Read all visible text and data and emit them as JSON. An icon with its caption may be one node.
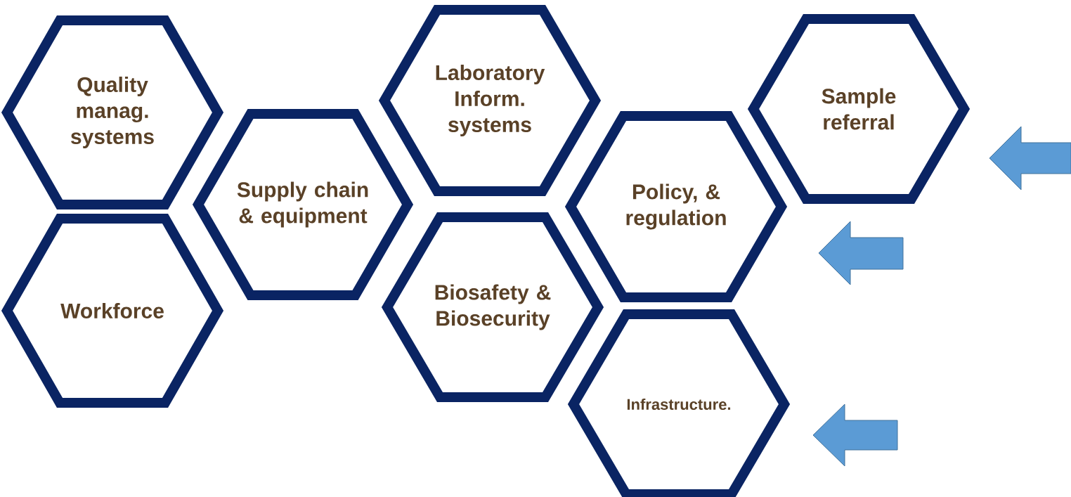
{
  "diagram": {
    "nodes": [
      {
        "text": [
          "Quality manag. systems"
        ]
      },
      {
        "text": [
          "Workforce"
        ]
      },
      {
        "text": [
          "Supply chain & equipment"
        ]
      },
      {
        "text": [
          "Laboratory Inform. systems"
        ]
      },
      {
        "text": [
          "Biosafety & Biosecurity"
        ]
      },
      {
        "text": [
          "Policy, & regulation"
        ]
      },
      {
        "text": [
          "Infrastructure."
        ]
      },
      {
        "text": [
          "Sample referral"
        ]
      }
    ]
  }
}
